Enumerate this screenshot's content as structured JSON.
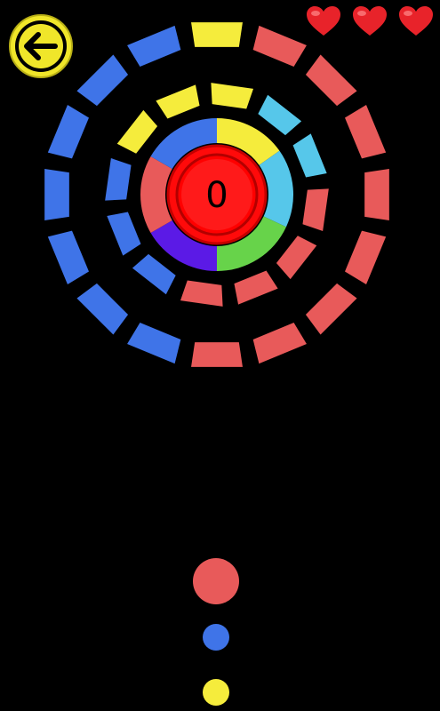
{
  "hud": {
    "back_icon": "arrow-left-icon",
    "lives": [
      {
        "icon": "heart-icon"
      },
      {
        "icon": "heart-icon"
      },
      {
        "icon": "heart-icon"
      }
    ]
  },
  "score": {
    "value": "0"
  },
  "colors": {
    "red": "#e85a5a",
    "blue": "#3f74e8",
    "yellow": "#f5ec3c",
    "cyan": "#56c7ea",
    "green": "#67d34a",
    "purple": "#5b1ae6",
    "core_red": "#ff0a0a",
    "back_button": "#f0e62a",
    "heart": "#e8232a"
  },
  "queue": [
    {
      "color": "red"
    },
    {
      "color": "blue"
    },
    {
      "color": "yellow"
    }
  ]
}
